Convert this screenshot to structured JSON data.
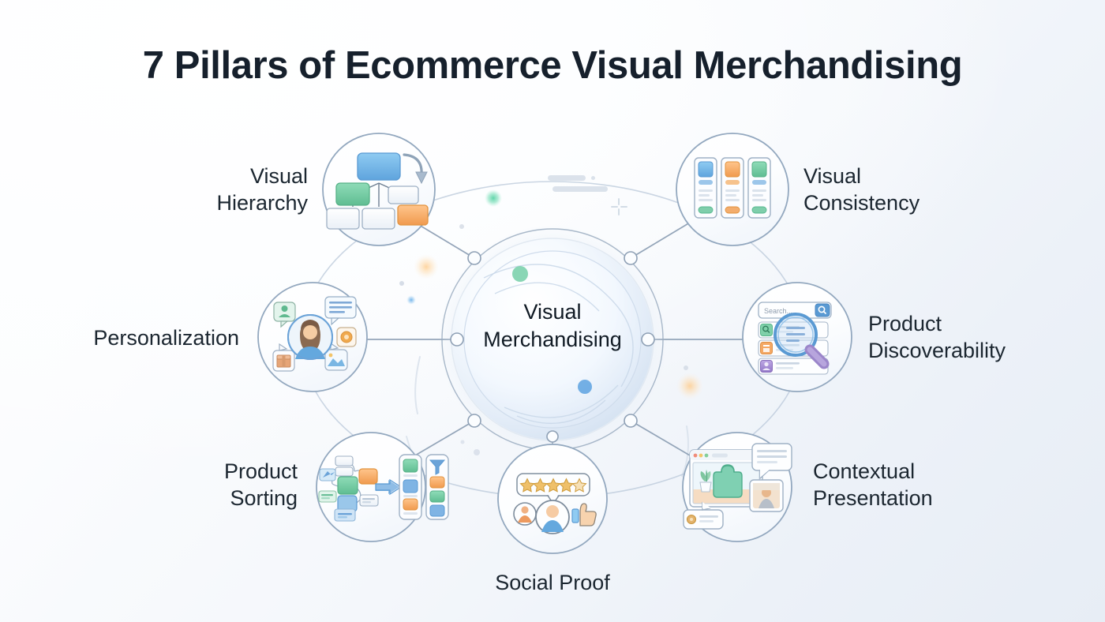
{
  "page": {
    "title": "7 Pillars of Ecommerce Visual Merchandising",
    "background_start": "#ffffff",
    "background_end": "#e7edf5"
  },
  "hub": {
    "label": "Visual\nMerchandising",
    "icon": "sphere-orb"
  },
  "pillars": [
    {
      "id": "visual-hierarchy",
      "label": "Visual\nHierarchy",
      "icon": "hierarchy-tree-icon",
      "side": "left",
      "colors": [
        "#6fb6e8",
        "#76c9a4",
        "#f3a košt"
      ]
    },
    {
      "id": "visual-consistency",
      "label": "Visual\nConsistency",
      "icon": "consistent-cards-icon",
      "side": "right"
    },
    {
      "id": "personalization",
      "label": "Personalization",
      "icon": "user-avatar-bubbles-icon",
      "side": "left"
    },
    {
      "id": "product-discoverability",
      "label": "Product\nDiscoverability",
      "icon": "search-magnifier-icon",
      "side": "right"
    },
    {
      "id": "product-sorting",
      "label": "Product\nSorting",
      "icon": "sort-filter-icon",
      "side": "left"
    },
    {
      "id": "social-proof",
      "label": "Social Proof",
      "icon": "stars-reviews-icon",
      "side": "bottom"
    },
    {
      "id": "contextual-presentation",
      "label": "Contextual\nPresentation",
      "icon": "browser-lifestyle-icon",
      "side": "right"
    }
  ],
  "palette": {
    "ink": "#16202c",
    "line": "#8fa0b4",
    "circle_stroke": "#91a6bd",
    "blue": "#6fb3e4",
    "green": "#72c7a2",
    "orange": "#f3aa62",
    "purple": "#a18ad0",
    "star": "#e8b94f",
    "card": "#f7fafd"
  },
  "decor": {
    "dots": [
      "green-glow-dot",
      "blue-glow-dot",
      "orange-glow-dot",
      "grey-dot"
    ],
    "marks": [
      "dash-bar",
      "sparkle-plus"
    ]
  }
}
